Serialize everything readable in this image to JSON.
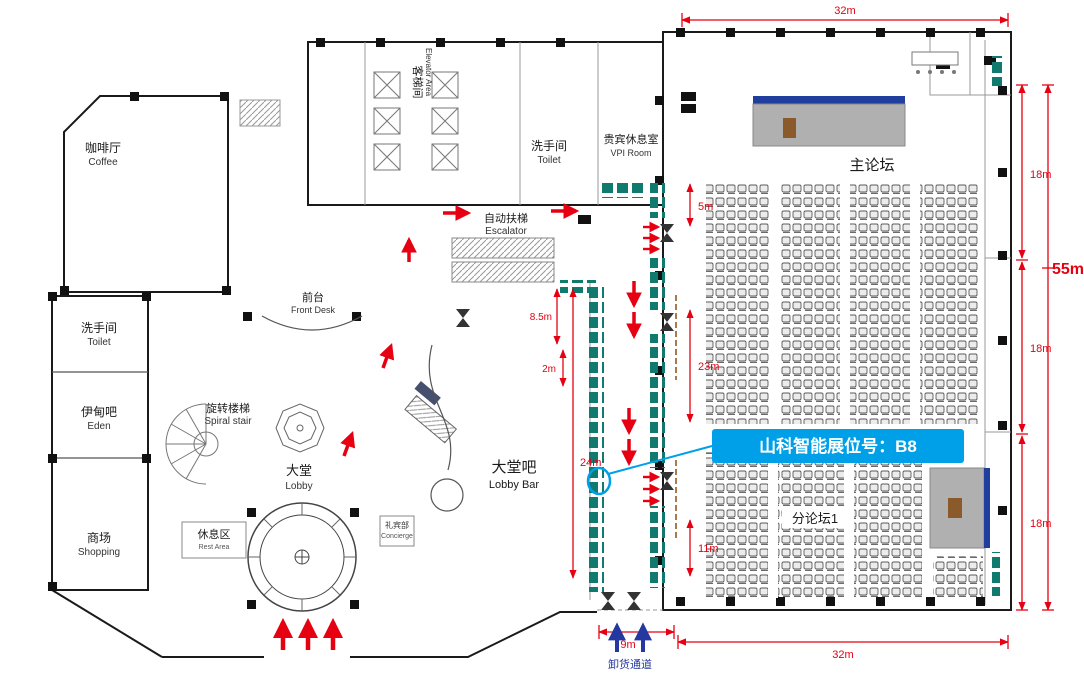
{
  "rooms": {
    "coffee": {
      "zh": "咖啡厅",
      "en": "Coffee"
    },
    "toilet_top": {
      "zh": "洗手间",
      "en": "Toilet"
    },
    "vip_room": {
      "zh": "贵宾休息室",
      "en": "VPI Room"
    },
    "elevator": {
      "zh": "客梯间",
      "en": "Elevator Area"
    },
    "escalator": {
      "zh": "自动扶梯",
      "en": "Escalator"
    },
    "front_desk": {
      "zh": "前台",
      "en": "Front Desk"
    },
    "toilet_left": {
      "zh": "洗手间",
      "en": "Toilet"
    },
    "eden": {
      "zh": "伊甸吧",
      "en": "Eden"
    },
    "shopping": {
      "zh": "商场",
      "en": "Shopping"
    },
    "spiral_stair": {
      "zh": "旋转楼梯",
      "en": "Spiral stair"
    },
    "lobby": {
      "zh": "大堂",
      "en": "Lobby"
    },
    "rest_area": {
      "zh": "休息区",
      "en": "Rest Area"
    },
    "lobby_bar": {
      "zh": "大堂吧",
      "en": "Lobby Bar"
    },
    "concierge": {
      "zh": "礼宾部",
      "en": "Concierge"
    },
    "main_forum": {
      "zh": "主论坛"
    },
    "sub_forum": {
      "zh": "分论坛1"
    }
  },
  "callout": {
    "text": "山科智能展位号：B8",
    "booth": "B8"
  },
  "flows": {
    "unloading": "卸货通道"
  },
  "dimensions": {
    "top_width": "32m",
    "bottom_width": "32m",
    "right_total": "55m",
    "right_seg_1": "18m",
    "right_seg_2": "18m",
    "right_seg_3": "18m",
    "corridor_bottom": "9m",
    "seg_5m": "5m",
    "seg_23m": "23m",
    "seg_11m": "11m",
    "seg_24m": "24m",
    "seg_2m": "2m",
    "seg_8_5m": "8.5m"
  },
  "colors": {
    "dimension_red": "#e60012",
    "booth_teal": "#117a6f",
    "callout_blue": "#00a0e9",
    "unloading_blue": "#2438a0",
    "stage_gray": "#b0b0b0",
    "stage_blue": "#1f3e9e"
  }
}
